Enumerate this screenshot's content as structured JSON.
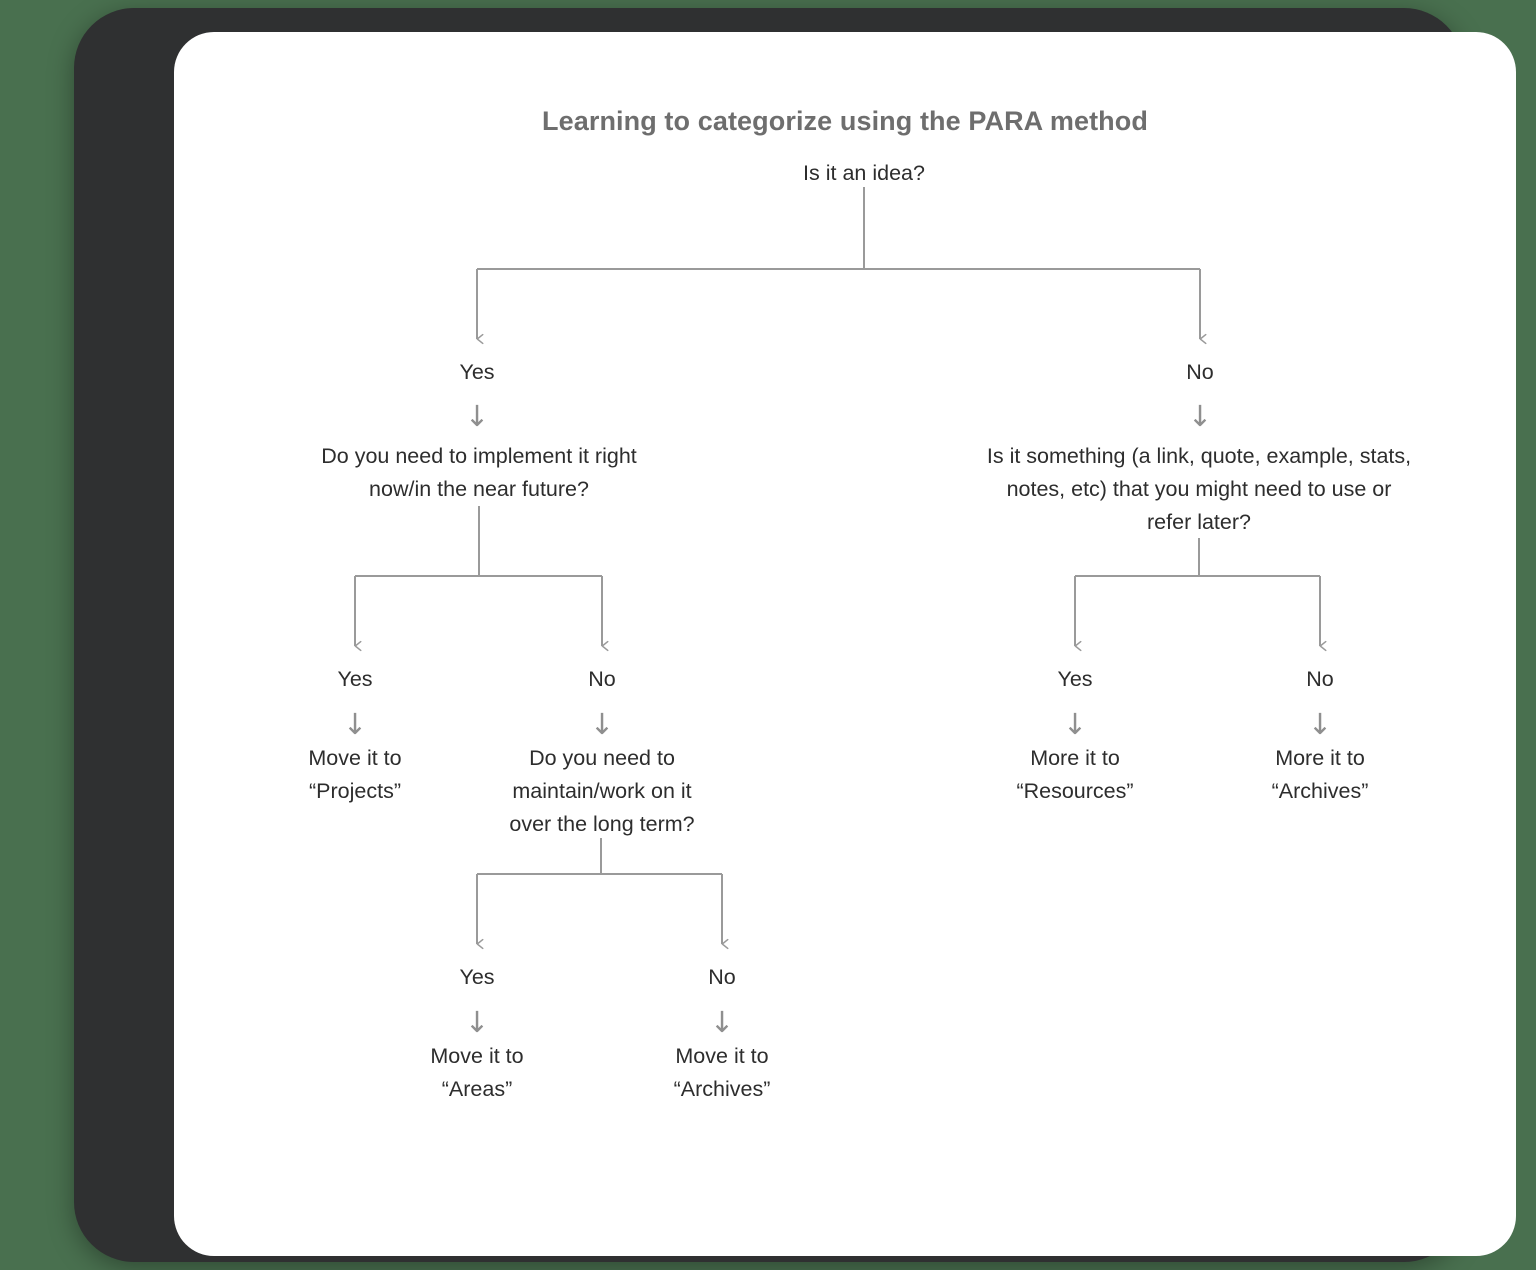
{
  "canvas": {
    "title": "Learning to categorize using the PARA method",
    "background_color": "#ffffff",
    "page_background_color": "#49704f",
    "frame_color": "#2f3031"
  },
  "style": {
    "connector_color": "#9a9a9a",
    "title_color": "#6e6e6e",
    "node_text_color": "#2d2d2d",
    "arrow_glyph": "↓"
  },
  "chart_data": {
    "type": "flowchart",
    "title": "Learning to categorize using the PARA method",
    "orientation": "top-down",
    "nodes": [
      {
        "id": "root",
        "text": "Is it an idea?",
        "kind": "question"
      },
      {
        "id": "e1",
        "text": "Yes",
        "kind": "edge-label"
      },
      {
        "id": "e2",
        "text": "No",
        "kind": "edge-label"
      },
      {
        "id": "q2",
        "text": "Do you need to implement it right\nnow/in the near future?",
        "kind": "question"
      },
      {
        "id": "q3",
        "text": "Is it something (a link, quote, example, stats,\nnotes, etc) that you might need to use or\nrefer later?",
        "kind": "question"
      },
      {
        "id": "e3",
        "text": "Yes",
        "kind": "edge-label"
      },
      {
        "id": "e4",
        "text": "No",
        "kind": "edge-label"
      },
      {
        "id": "e5",
        "text": "Yes",
        "kind": "edge-label"
      },
      {
        "id": "e6",
        "text": "No",
        "kind": "edge-label"
      },
      {
        "id": "r1",
        "text": "Move it to\n“Projects”",
        "kind": "result"
      },
      {
        "id": "q4",
        "text": "Do you need to\nmaintain/work on it\nover the long term?",
        "kind": "question"
      },
      {
        "id": "r2",
        "text": "More it to\n“Resources”",
        "kind": "result"
      },
      {
        "id": "r3",
        "text": "More it to\n“Archives”",
        "kind": "result"
      },
      {
        "id": "e7",
        "text": "Yes",
        "kind": "edge-label"
      },
      {
        "id": "e8",
        "text": "No",
        "kind": "edge-label"
      },
      {
        "id": "r4",
        "text": "Move it to\n“Areas”",
        "kind": "result"
      },
      {
        "id": "r5",
        "text": "Move it to\n“Archives”",
        "kind": "result"
      }
    ],
    "edges": [
      {
        "from": "root",
        "to": "q2",
        "label": "Yes"
      },
      {
        "from": "root",
        "to": "q3",
        "label": "No"
      },
      {
        "from": "q2",
        "to": "r1",
        "label": "Yes"
      },
      {
        "from": "q2",
        "to": "q4",
        "label": "No"
      },
      {
        "from": "q3",
        "to": "r2",
        "label": "Yes"
      },
      {
        "from": "q3",
        "to": "r3",
        "label": "No"
      },
      {
        "from": "q4",
        "to": "r4",
        "label": "Yes"
      },
      {
        "from": "q4",
        "to": "r5",
        "label": "No"
      }
    ]
  },
  "nodes": {
    "root": "Is it an idea?",
    "branch1_yes": "Yes",
    "branch1_no": "No",
    "q_implement": "Do you need to implement it right\nnow/in the near future?",
    "q_something": "Is it something (a link, quote, example, stats,\nnotes, etc) that you might need to use or\nrefer later?",
    "branch2_yes": "Yes",
    "branch2_no": "No",
    "branch3_yes": "Yes",
    "branch3_no": "No",
    "result_projects": "Move it to\n“Projects”",
    "q_maintain": "Do you need to\nmaintain/work on it\nover the long term?",
    "result_resources": "More it to\n“Resources”",
    "result_archives_right": "More it to\n“Archives”",
    "branch4_yes": "Yes",
    "branch4_no": "No",
    "result_areas": "Move it to\n“Areas”",
    "result_archives_bottom": "Move it to\n“Archives”"
  },
  "arrows": {
    "glyph": "↓"
  }
}
